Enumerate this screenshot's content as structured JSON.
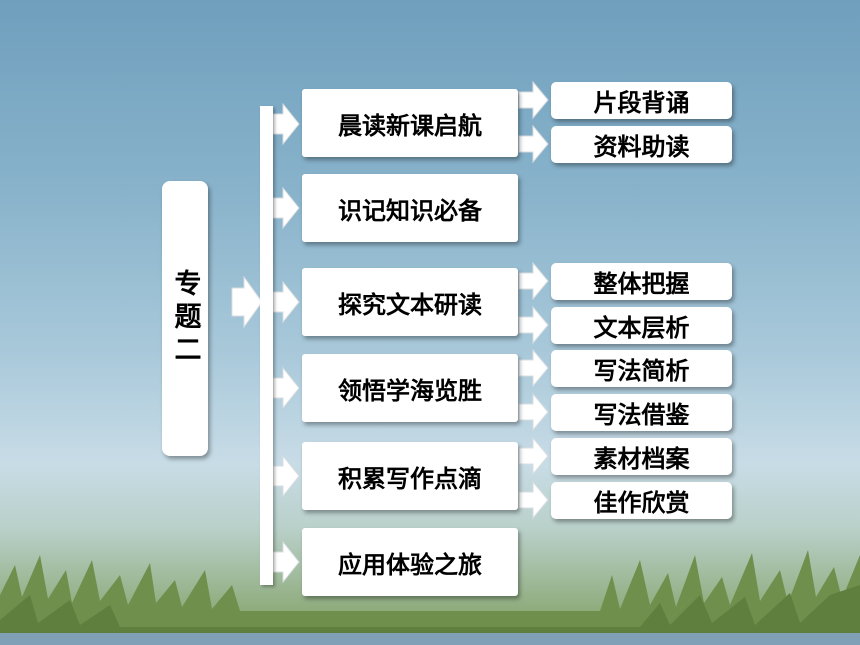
{
  "topic": {
    "label": "专题二"
  },
  "sections": [
    {
      "label": "晨读新课启航",
      "subs": [
        "片段背诵",
        "资料助读"
      ]
    },
    {
      "label": "识记知识必备",
      "subs": []
    },
    {
      "label": "探究文本研读",
      "subs": [
        "整体把握",
        "文本层析"
      ]
    },
    {
      "label": "领悟学海览胜",
      "subs": [
        "写法简析",
        "写法借鉴"
      ]
    },
    {
      "label": "积累写作点滴",
      "subs": [
        "素材档案",
        "佳作欣赏"
      ]
    },
    {
      "label": "应用体验之旅",
      "subs": []
    }
  ],
  "colors": {
    "box": "#ffffff",
    "arrow": "#ffffff",
    "sky": "#89b3cb",
    "grass": "#7d9c5c"
  }
}
